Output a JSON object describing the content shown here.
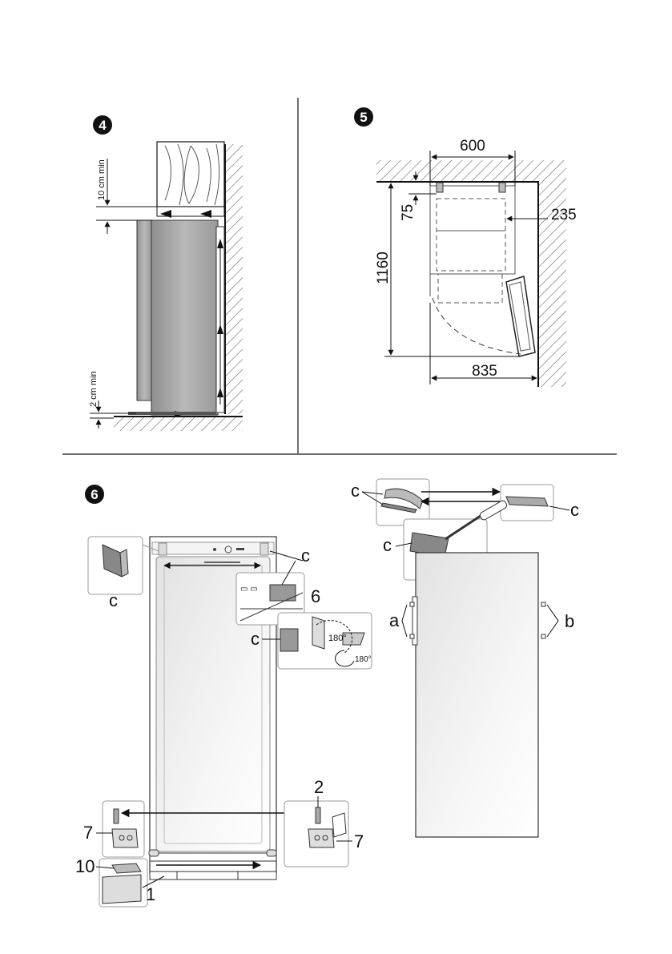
{
  "figure4": {
    "badge": "4",
    "top_gap": "10 cm min",
    "bottom_gap": "2 cm min"
  },
  "figure5": {
    "badge": "5",
    "width": "600",
    "depth_gap": "75",
    "side_gap": "235",
    "height": "1160",
    "door_swing": "835"
  },
  "figure6": {
    "badge": "6",
    "labels": {
      "c1": "c",
      "c2": "c",
      "c3": "c",
      "c4": "c",
      "c5": "c",
      "c6": "c",
      "six": "6",
      "a": "a",
      "b": "b",
      "two": "2",
      "seven_left": "7",
      "seven_right": "7",
      "ten": "10",
      "one": "1",
      "rot1": "180°",
      "rot2": "180°"
    }
  },
  "colors": {
    "hatch": "#555555",
    "appliance": "#a9a9a9",
    "line": "#111111"
  }
}
